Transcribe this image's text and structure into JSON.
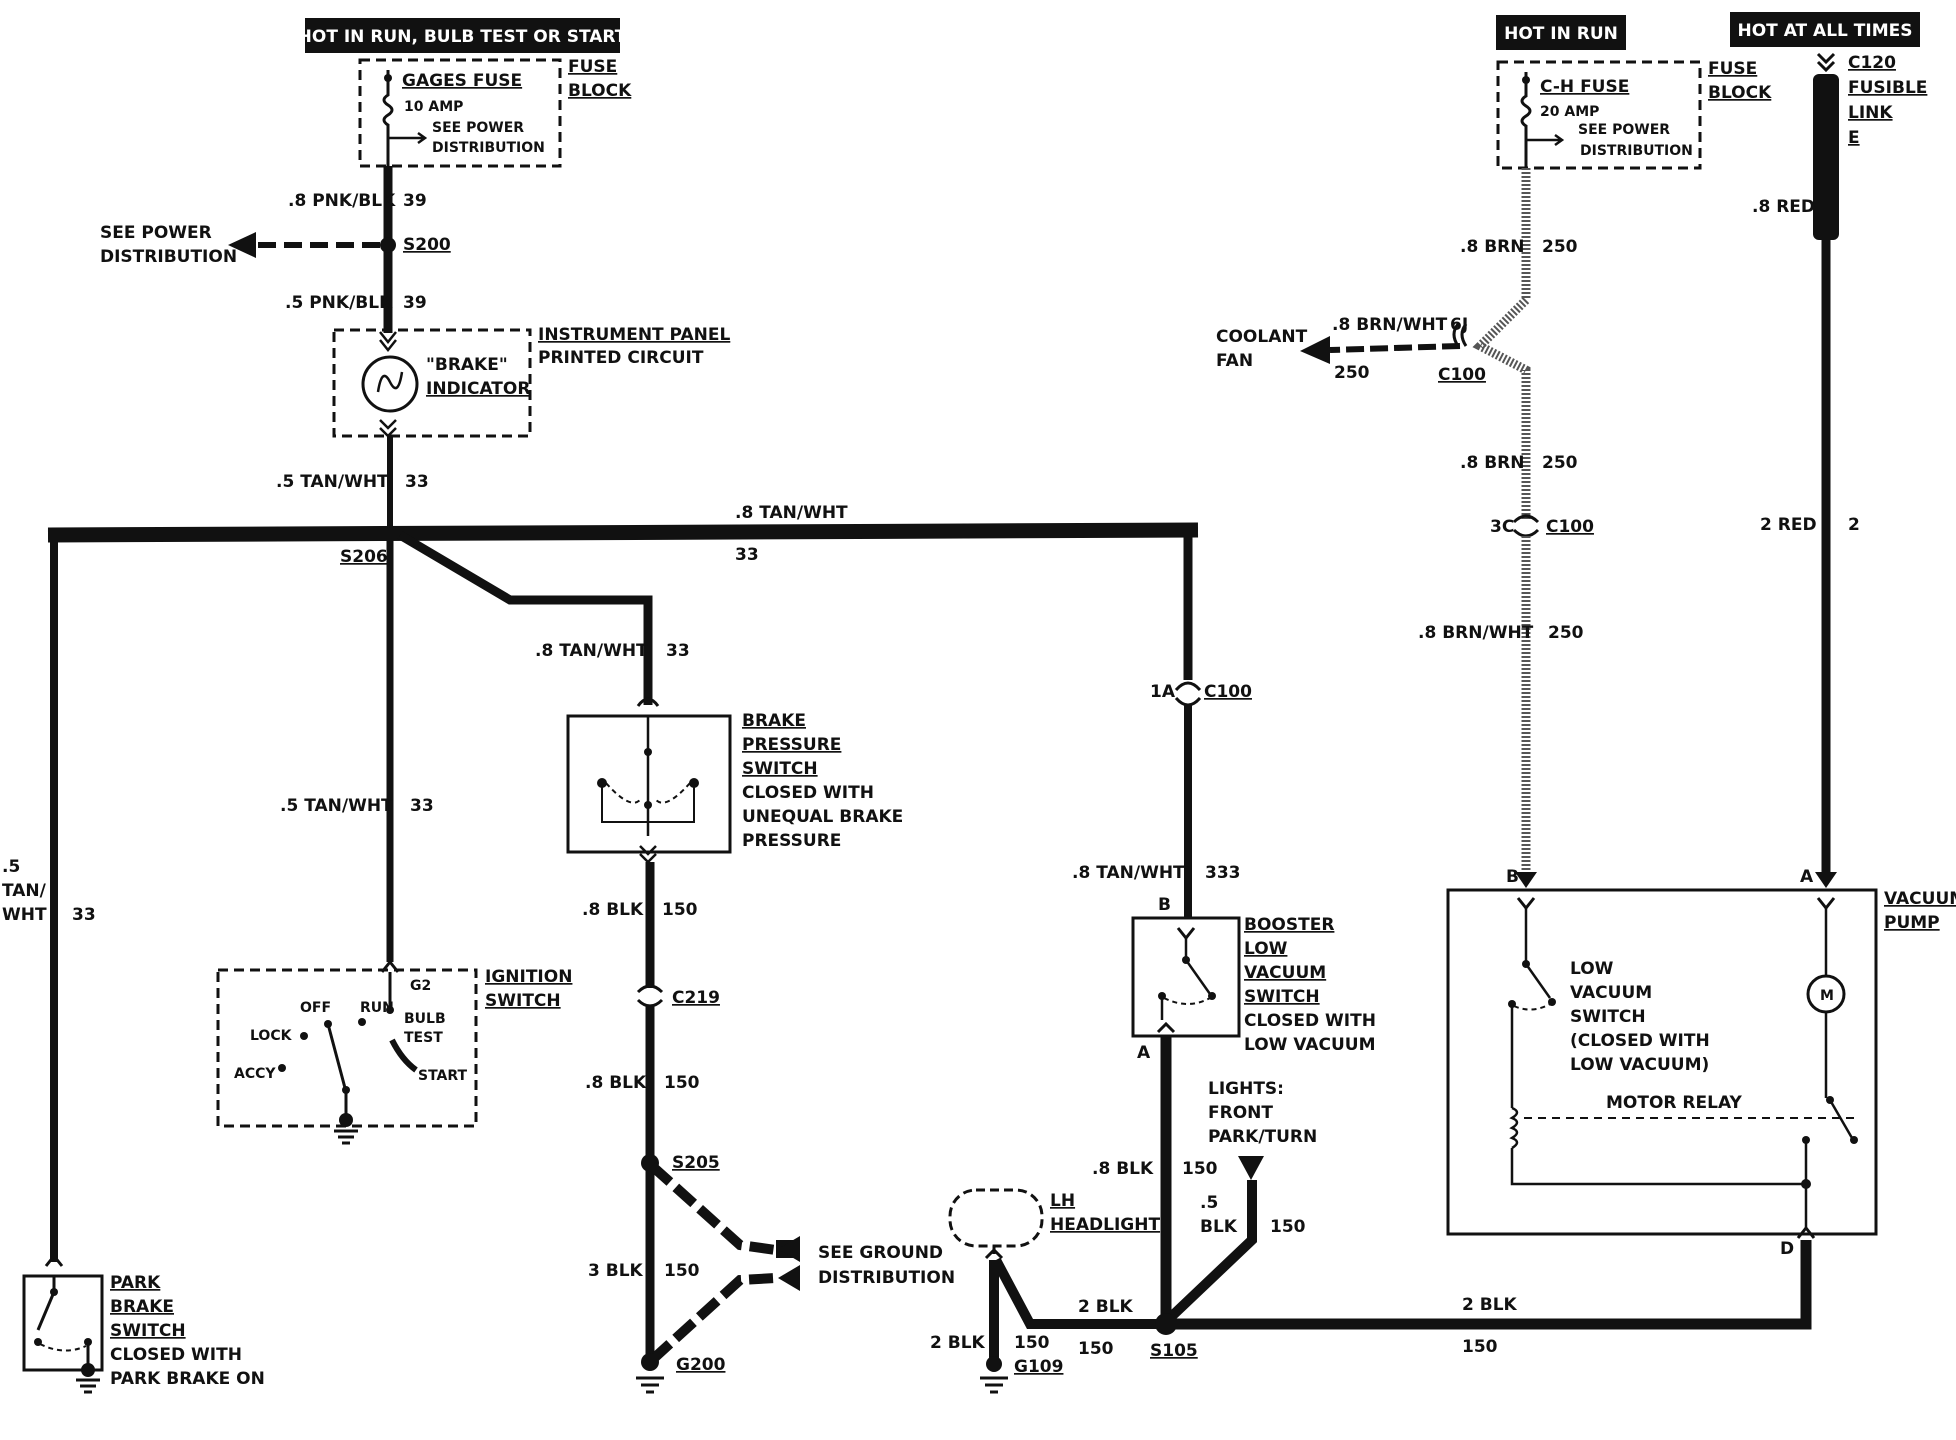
{
  "headers": {
    "hot_run_bulb_start": "HOT IN RUN, BULB TEST OR START",
    "hot_in_run": "HOT IN RUN",
    "hot_at_all_times": "HOT AT ALL TIMES"
  },
  "gages_fuse": {
    "name": "GAGES FUSE",
    "rating": "10 AMP",
    "note_1": "SEE POWER",
    "note_2": "DISTRIBUTION",
    "block_1": "FUSE",
    "block_2": "BLOCK"
  },
  "ch_fuse": {
    "name": "C-H FUSE",
    "rating": "20 AMP",
    "note_1": "SEE POWER",
    "note_2": "DISTRIBUTION",
    "block_1": "FUSE",
    "block_2": "BLOCK"
  },
  "fusible_link": {
    "conn": "C120",
    "l1": "FUSIBLE",
    "l2": "LINK",
    "l3": "E"
  },
  "wires": {
    "w_pnk_blk_8": ".8 PNK/BLK",
    "n39a": "39",
    "w_pnk_blk_5": ".5 PNK/BLK",
    "n39b": "39",
    "w_tan_5a": ".5 TAN/WHT",
    "n33a": "33",
    "w_tan_8_bus": ".8 TAN/WHT",
    "n33_bus": "33",
    "w_tan_8_bp": ".8 TAN/WHT",
    "n33_bp": "33",
    "w_tan_5_ign": ".5 TAN/WHT",
    "n33_ign": "33",
    "w_left_1": ".5",
    "w_left_2": "TAN/",
    "w_left_3": "WHT",
    "n33_left": "33",
    "w_blk_8a": ".8 BLK",
    "n150a": "150",
    "w_blk_8b": ".8 BLK",
    "n150b": "150",
    "w_blk_3": "3 BLK",
    "n150c": "150",
    "w_tan_8_333": ".8 TAN/WHT",
    "n333": "333",
    "w_blk_8_booster": ".8 BLK",
    "n150_booster": "150",
    "w_blk_5_1": ".5",
    "w_blk_5_2": "BLK",
    "n150_lights": "150",
    "w_blk_2_head": "2 BLK",
    "n150_head": "150",
    "w_blk_2_g109": "2 BLK",
    "n150_g109": "150",
    "n150_s105": "150",
    "w_blk_2_right": "2 BLK",
    "n150_right": "150",
    "w_brn_8a": ".8 BRN",
    "n250a": "250",
    "w_brn_wht_fan": ".8 BRN/WHT",
    "pin_6j": "6J",
    "n250_fan": "250",
    "w_brn_8b": ".8 BRN",
    "n250b": "250",
    "w_brn_wht_8": ".8 BRN/WHT",
    "n250c": "250",
    "w_red_8": ".8 RED",
    "w_red_2": "2 RED",
    "n2": "2"
  },
  "splices": {
    "s200": "S200",
    "s206": "S206",
    "s205": "S205",
    "s105": "S105",
    "c100_fan": "C100",
    "pin_3c": "3C",
    "c100_b": "C100",
    "pin_1a": "1A",
    "c100_a": "C100",
    "c219": "C219",
    "g200": "G200",
    "g109": "G109"
  },
  "see_power": {
    "l1": "SEE POWER",
    "l2": "DISTRIBUTION"
  },
  "see_ground": {
    "l1": "SEE GROUND",
    "l2": "DISTRIBUTION"
  },
  "coolant_fan": {
    "l1": "COOLANT",
    "l2": "FAN"
  },
  "instrument_panel": {
    "l1": "INSTRUMENT PANEL",
    "l2": "PRINTED CIRCUIT",
    "bulb_1": "\"BRAKE\"",
    "bulb_2": "INDICATOR"
  },
  "brake_pressure": {
    "l1": "BRAKE",
    "l2": "PRESSURE",
    "l3": "SWITCH",
    "l4": "CLOSED WITH",
    "l5": "UNEQUAL BRAKE",
    "l6": "PRESSURE"
  },
  "ignition": {
    "l1": "IGNITION",
    "l2": "SWITCH",
    "g2": "G2",
    "off": "OFF",
    "run": "RUN",
    "bulb": "BULB",
    "test": "TEST",
    "lock": "LOCK",
    "accy": "ACCY",
    "start": "START"
  },
  "park_brake": {
    "l1": "PARK",
    "l2": "BRAKE",
    "l3": "SWITCH",
    "l4": "CLOSED WITH",
    "l5": "PARK BRAKE ON"
  },
  "booster": {
    "l1": "BOOSTER",
    "l2": "LOW",
    "l3": "VACUUM",
    "l4": "SWITCH",
    "l5": "CLOSED WITH",
    "l6": "LOW VACUUM",
    "pin_b": "B",
    "pin_a": "A"
  },
  "lights": {
    "l1": "LIGHTS:",
    "l2": "FRONT",
    "l3": "PARK/TURN"
  },
  "headlight": {
    "l1": "LH",
    "l2": "HEADLIGHT"
  },
  "vacuum_pump": {
    "l1": "VACUUM",
    "l2": "PUMP",
    "pin_b": "B",
    "pin_a": "A",
    "pin_d": "D",
    "sw1": "LOW",
    "sw2": "VACUUM",
    "sw3": "SWITCH",
    "sw4": "(CLOSED WITH",
    "sw5": "LOW VACUUM)",
    "relay": "MOTOR RELAY",
    "motor": "M"
  }
}
